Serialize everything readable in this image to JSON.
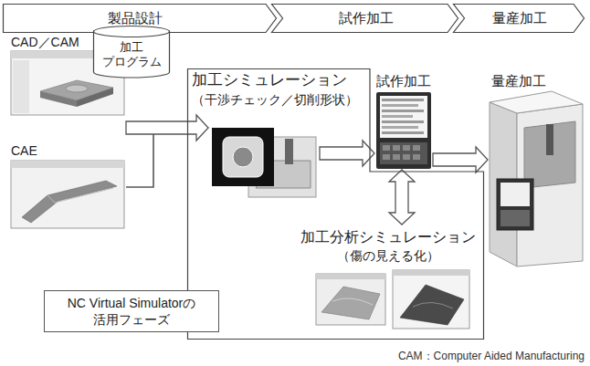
{
  "diagram": {
    "nodes": [
      {
        "text": [
          "製品設計"
        ]
      },
      {
        "text": [
          "試作加工"
        ]
      },
      {
        "text": [
          "量産加工"
        ]
      },
      {
        "text": [
          "CAD／CAM"
        ]
      },
      {
        "text": [
          "加工 プログラム"
        ]
      },
      {
        "text": [
          "CAE"
        ]
      },
      {
        "text": [
          "NC Virtual Simulatorの 活用フェーズ"
        ]
      },
      {
        "text": [
          "加工シミュレーション",
          "（干渉チェック／切削形状）"
        ],
        "in": 6
      },
      {
        "text": [
          "試作加工"
        ]
      },
      {
        "text": [
          "量産加工"
        ]
      },
      {
        "text": [
          "加工分析シミュレーション",
          "（傷の見える化）"
        ],
        "in": 6
      }
    ],
    "edges": [
      {
        "from": 3,
        "to": 7,
        "arrow": "to"
      },
      {
        "from": 5,
        "to": 7,
        "arrow": "to"
      },
      {
        "from": 7,
        "to": 8,
        "arrow": "to"
      },
      {
        "from": 8,
        "to": 9,
        "arrow": "to"
      },
      {
        "from": 8,
        "to": 10,
        "arrow": "both"
      }
    ],
    "labels": [
      "CAM：Computer Aided Manufacturing"
    ]
  }
}
